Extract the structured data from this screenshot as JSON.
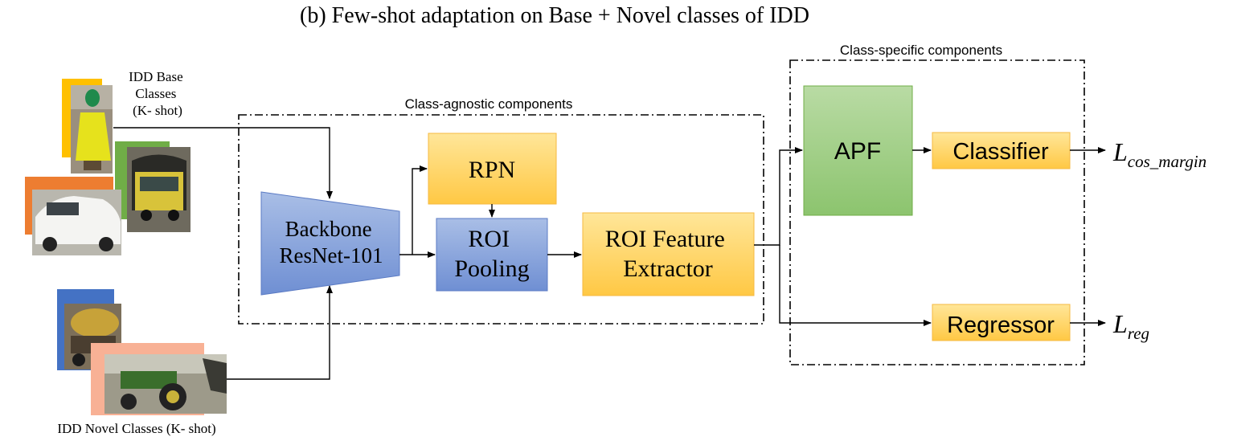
{
  "title": "(b) Few-shot adaptation on Base + Novel classes of IDD",
  "groups": {
    "agnostic_label": "Class-agnostic components",
    "specific_label": "Class-specific components"
  },
  "inputs": {
    "base_label_lines": [
      "IDD Base",
      "Classes",
      "(K- shot)"
    ],
    "novel_label": "IDD Novel Classes (K- shot)"
  },
  "blocks": {
    "backbone": [
      "Backbone",
      "ResNet-101"
    ],
    "rpn": "RPN",
    "roi_pooling": [
      "ROI",
      "Pooling"
    ],
    "roi_feature_extractor": [
      "ROI Feature",
      "Extractor"
    ],
    "apf": "APF",
    "classifier": "Classifier",
    "regressor": "Regressor"
  },
  "losses": {
    "cls_main": "L",
    "cls_sub": "cos_margin",
    "reg_main": "L",
    "reg_sub": "reg"
  },
  "colors": {
    "yellow_fill": "#FFD966",
    "yellow_stroke": "#F4B942",
    "blue_fill": "#8EA9DB",
    "blue_stroke": "#5B7BC4",
    "green_fill": "#A9D18E",
    "green_stroke": "#70AD47",
    "frame_yellow": "#FFC000",
    "frame_green": "#70AD47",
    "frame_orange": "#ED7D31",
    "frame_blue": "#4472C4",
    "frame_salmon": "#F8B195"
  }
}
